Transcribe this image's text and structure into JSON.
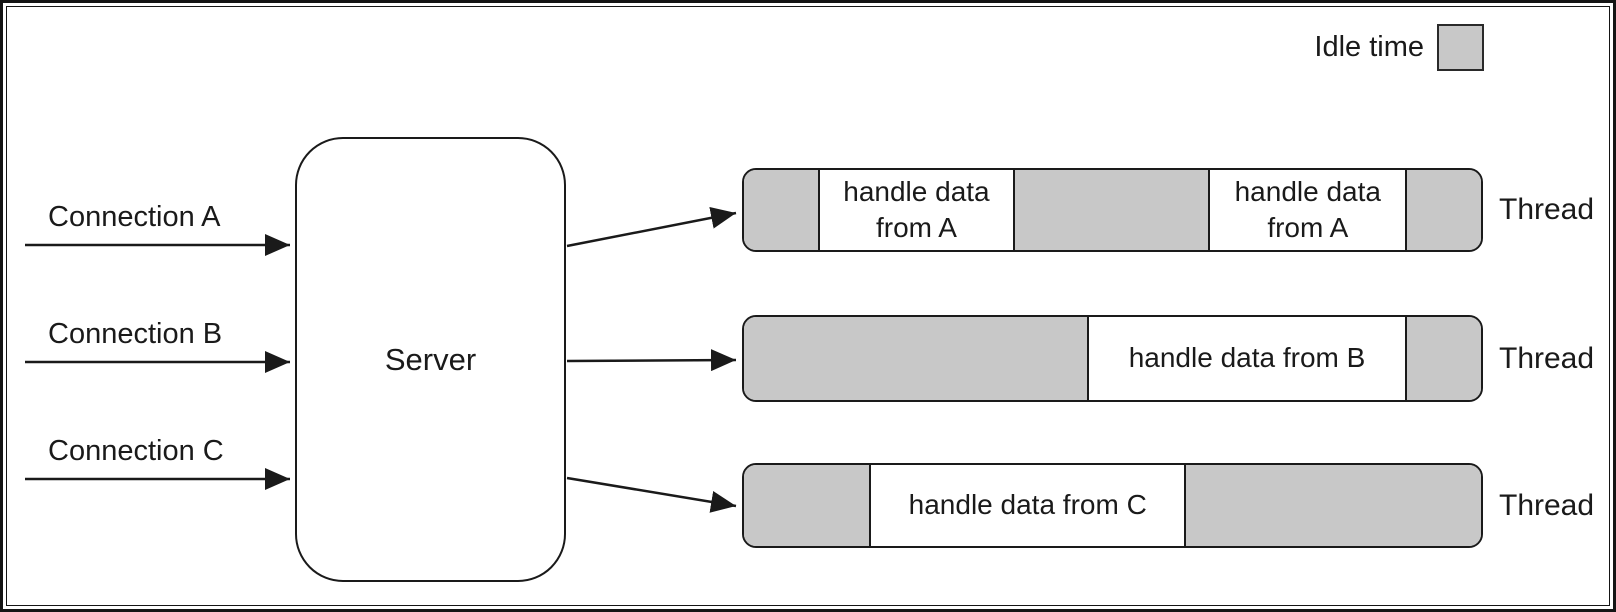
{
  "legend": {
    "label": "Idle time",
    "idle_color": "#c8c8c8",
    "busy_color": "#ffffff",
    "stroke_color": "#1a1a1a"
  },
  "server": {
    "label": "Server"
  },
  "connections": [
    {
      "label": "Connection A"
    },
    {
      "label": "Connection B"
    },
    {
      "label": "Connection C"
    }
  ],
  "threads": [
    {
      "label": "Thread",
      "segments": [
        {
          "type": "idle",
          "width": 10
        },
        {
          "type": "busy",
          "width": 26.8,
          "label": "handle data from A"
        },
        {
          "type": "idle",
          "width": 26.2
        },
        {
          "type": "busy",
          "width": 27,
          "label": "handle data from A"
        },
        {
          "type": "idle",
          "width": 10
        }
      ]
    },
    {
      "label": "Thread",
      "segments": [
        {
          "type": "idle",
          "width": 46.5
        },
        {
          "type": "busy",
          "width": 43.5,
          "label": "handle data from B"
        },
        {
          "type": "idle",
          "width": 10
        }
      ]
    },
    {
      "label": "Thread",
      "segments": [
        {
          "type": "idle",
          "width": 17
        },
        {
          "type": "busy",
          "width": 43,
          "label": "handle data from C"
        },
        {
          "type": "idle",
          "width": 40
        }
      ]
    }
  ]
}
